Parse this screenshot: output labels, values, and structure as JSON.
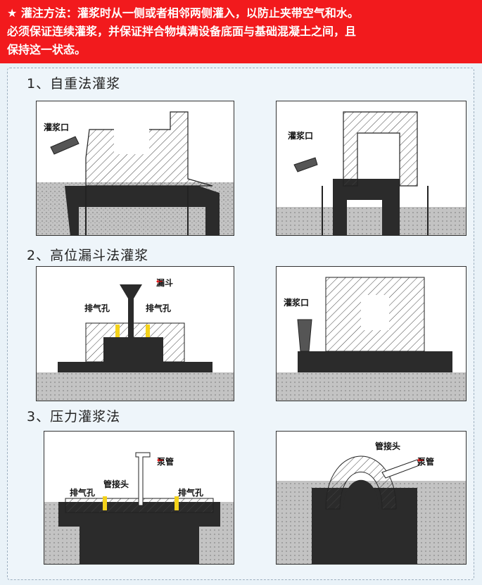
{
  "banner": {
    "star": "★",
    "line1": "灌注方法：灌浆时从一侧或者相邻两侧灌入，以防止夹带空气和水。",
    "line2": "必须保证连续灌浆，并保证拌合物填满设备底面与基础混凝土之间，且",
    "line3": "保持这一状态。"
  },
  "sections": [
    {
      "title": "1、自重法灌浆"
    },
    {
      "title": "2、高位漏斗法灌浆"
    },
    {
      "title": "3、压力灌浆法"
    }
  ],
  "labels": {
    "pour_port": "灌浆口",
    "funnel": "漏斗",
    "vent_hole": "排气孔",
    "pipe_joint": "管接头",
    "pump_pipe": "泵管"
  },
  "colors": {
    "banner_bg": "#f21a1d",
    "concrete": "#bdbdbd",
    "grout": "#2b2b2b",
    "vent": "#f4d21a",
    "arrow": "#e11111"
  }
}
